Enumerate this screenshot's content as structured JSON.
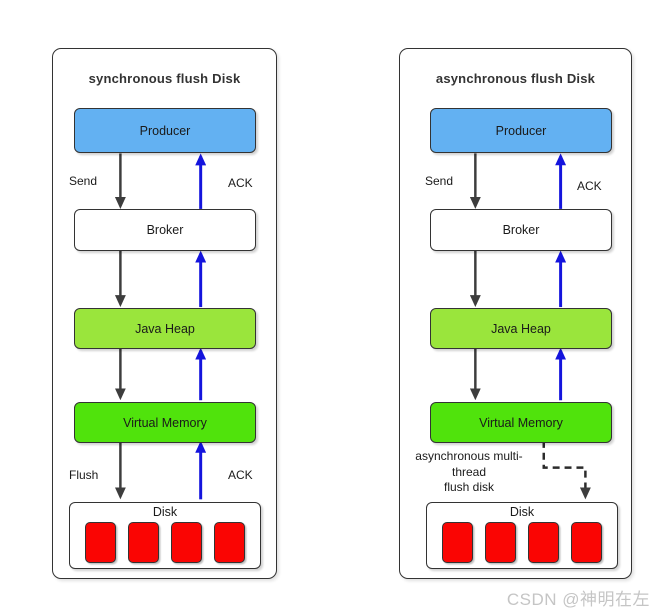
{
  "watermark": "CSDN @神明在左",
  "colors": {
    "producer_fill": "#63B1F2",
    "java_heap_fill": "#9AE53C",
    "virtual_memory_fill": "#50E30C",
    "disk_block_fill": "#FA0503",
    "down_arrow": "#3D3D3D",
    "up_arrow": "#1414DD",
    "border": "#333333"
  },
  "left_panel": {
    "title": "synchronous flush Disk",
    "producer": "Producer",
    "broker": "Broker",
    "java_heap": "Java Heap",
    "virtual_memory": "Virtual Memory",
    "disk": "Disk",
    "send_label": "Send",
    "ack_top_label": "ACK",
    "flush_label": "Flush",
    "ack_bottom_label": "ACK",
    "disk_block_count": 4
  },
  "right_panel": {
    "title": "asynchronous flush Disk",
    "producer": "Producer",
    "broker": "Broker",
    "java_heap": "Java Heap",
    "virtual_memory": "Virtual Memory",
    "disk": "Disk",
    "send_label": "Send",
    "ack_label": "ACK",
    "async_label_line1": "asynchronous multi-",
    "async_label_line2": "thread",
    "async_label_line3": "flush disk",
    "disk_block_count": 4
  }
}
